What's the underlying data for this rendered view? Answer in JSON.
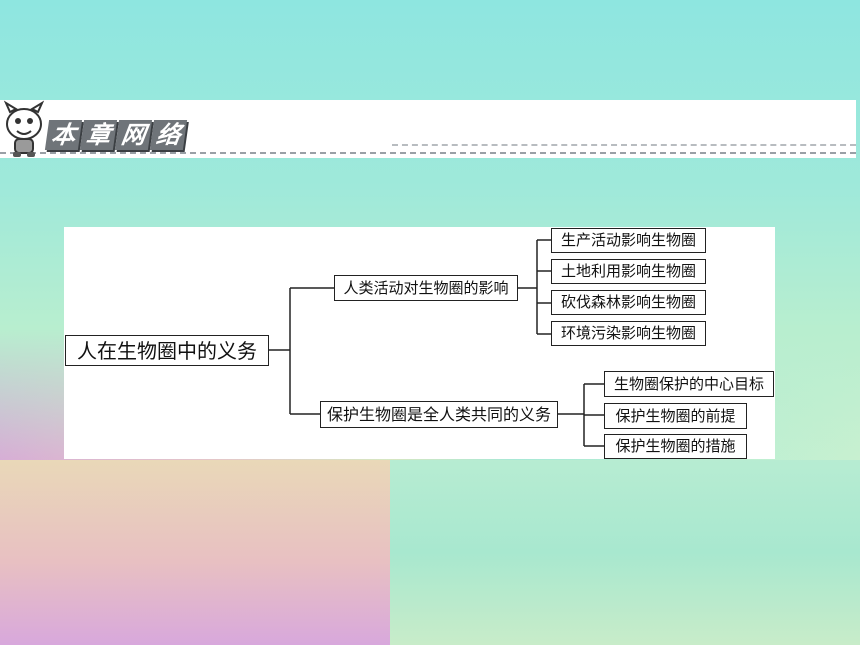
{
  "header": {
    "title_chars": [
      "本",
      "章",
      "网",
      "络"
    ]
  },
  "diagram": {
    "root": "人在生物圈中的义务",
    "branch1": {
      "label": "人类活动对生物圈的影响",
      "children": [
        "生产活动影响生物圈",
        "土地利用影响生物圈",
        "砍伐森林影响生物圈",
        "环境污染影响生物圈"
      ]
    },
    "branch2": {
      "label": "保护生物圈是全人类共同的义务",
      "children": [
        "生物圈保护的中心目标",
        "保护生物圈的前提",
        "保护生物圈的措施"
      ]
    }
  },
  "colors": {
    "chip_bg": "#6f7479",
    "line": "#222222"
  }
}
